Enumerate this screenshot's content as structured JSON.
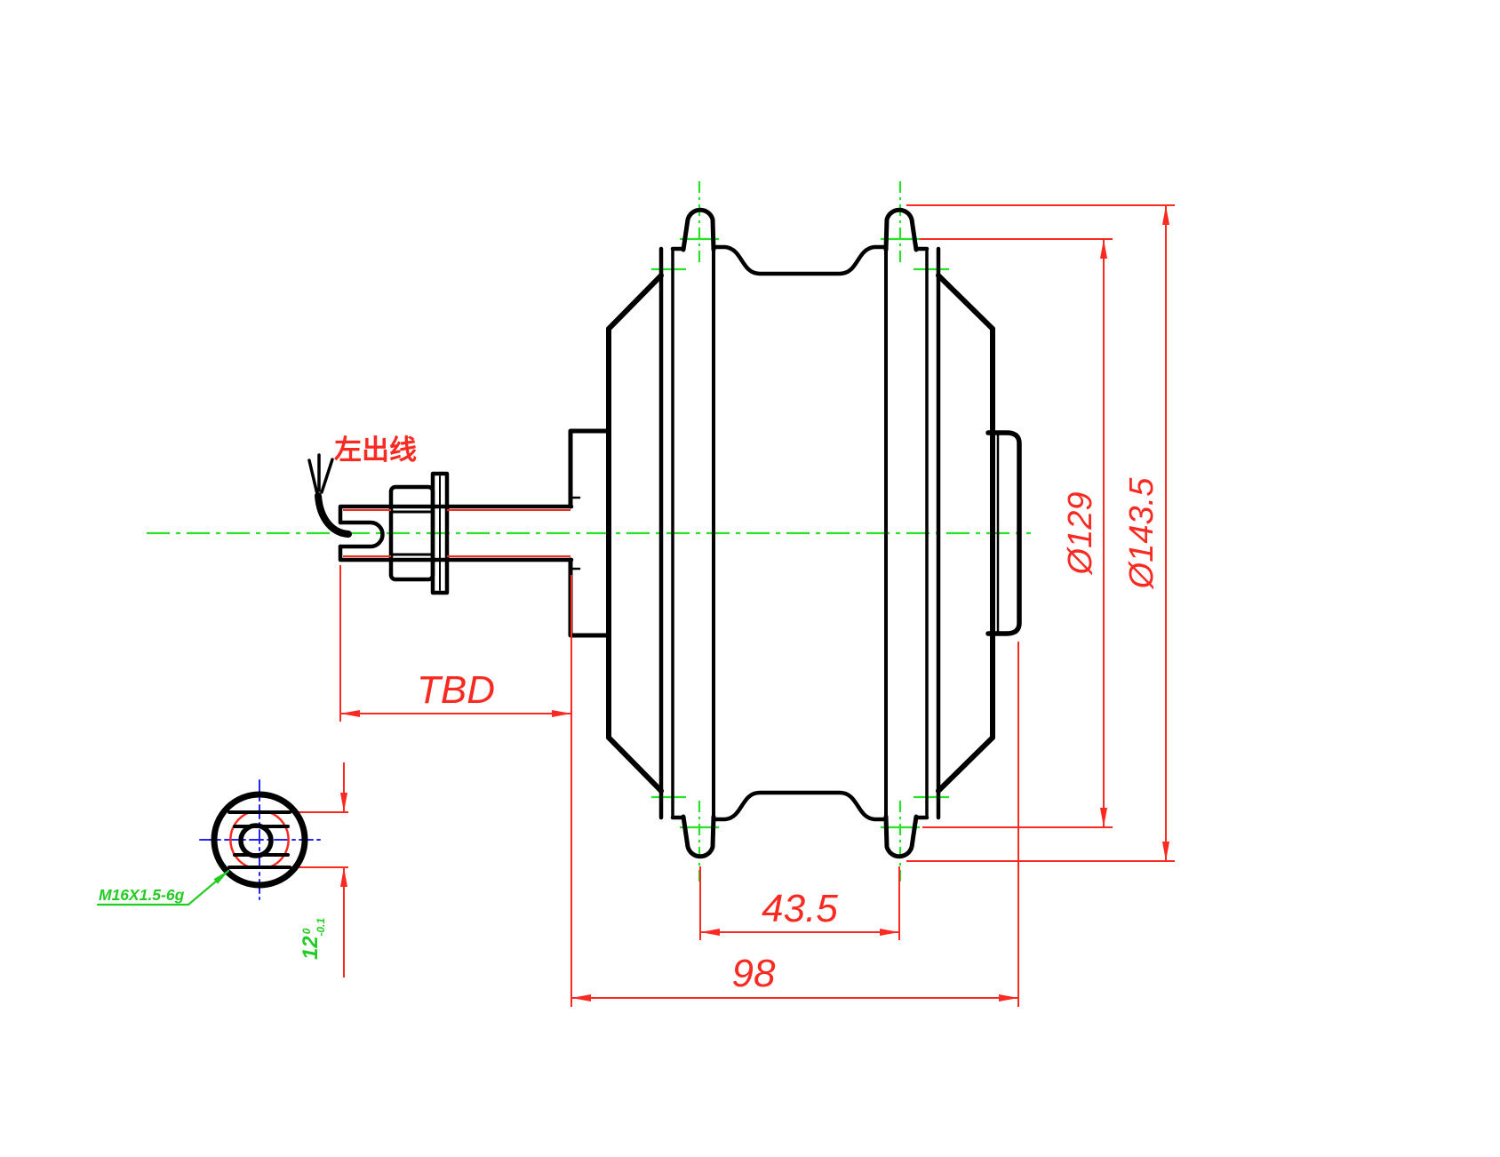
{
  "drawing": {
    "annotations": {
      "wire_note": "左出线",
      "thread_callout": "M16X1.5-6g"
    },
    "dimensions": {
      "axle_protrusion": "TBD",
      "flange_center_distance": "43.5",
      "hub_overall_width": "98",
      "spoke_pitch_diameter": "Ø129",
      "flange_outer_diameter": "Ø143.5",
      "axle_flats_width": "12",
      "axle_flats_tol_upper": "0",
      "axle_flats_tol_lower": "-0.1"
    },
    "colors": {
      "outline": "#000000",
      "dimension": "#f92a22",
      "centerline": "#28e228",
      "detail_centerline": "#2424f0",
      "background": "#ffffff"
    }
  }
}
